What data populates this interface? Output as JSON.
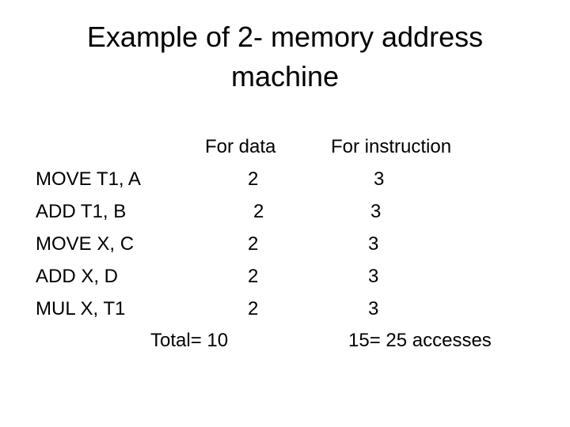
{
  "title": {
    "line1": "Example of 2- memory address",
    "line2": "machine"
  },
  "headers": {
    "data": "For data",
    "instruction": "For instruction"
  },
  "rows": [
    {
      "instr": "MOVE T1, A",
      "data": "2",
      "instruction": "3"
    },
    {
      "instr": "ADD T1, B",
      "data": "2",
      "instruction": "3"
    },
    {
      "instr": "MOVE X, C",
      "data": "2",
      "instruction": "3"
    },
    {
      "instr": "ADD X, D",
      "data": "2",
      "instruction": "3"
    },
    {
      "instr": "MUL X, T1",
      "data": "2",
      "instruction": "3"
    }
  ],
  "totals": {
    "data": "Total=  10",
    "instruction": "15= 25  accesses"
  }
}
